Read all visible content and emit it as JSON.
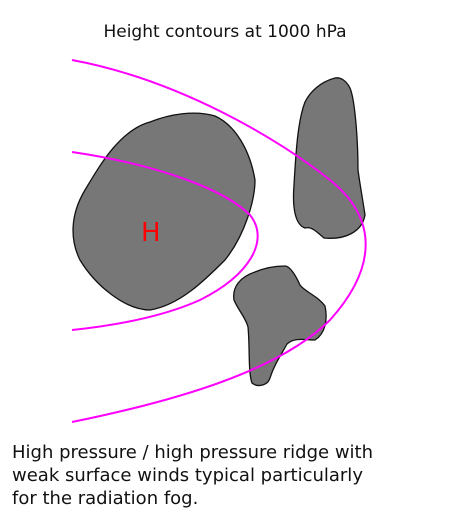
{
  "title": "Height contours at 1000 hPa",
  "pressure_label": "H",
  "caption_lines": [
    "High pressure / high pressure ridge with",
    "weak surface winds typical particularly",
    "for the radiation fog."
  ],
  "colors": {
    "contour": "#ff00ff",
    "fog_area_fill": "#777777",
    "fog_area_stroke": "#111111",
    "pressure_label": "#ff0000"
  }
}
